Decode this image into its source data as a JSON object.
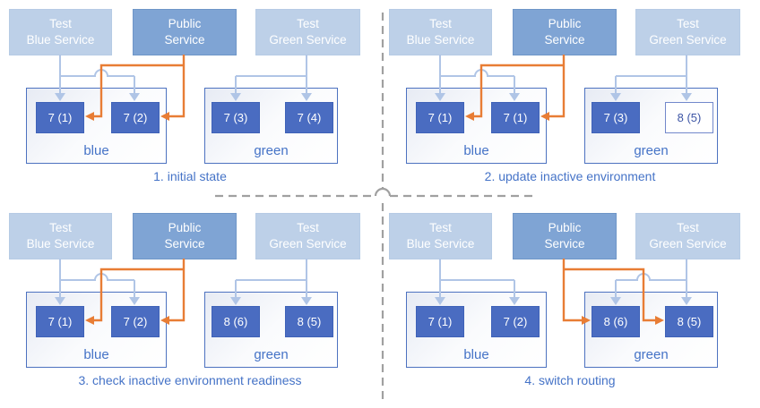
{
  "services": {
    "test_blue": "Test\nBlue Service",
    "public": "Public\nService",
    "test_green": "Test\nGreen Service"
  },
  "environments": {
    "blue": "blue",
    "green": "green"
  },
  "panels": [
    {
      "caption": "1. initial state",
      "pods": [
        "7 (1)",
        "7 (2)",
        "7 (3)",
        "7 (4)"
      ],
      "public_routes_to": "blue"
    },
    {
      "caption": "2. update inactive environment",
      "pods": [
        "7 (1)",
        "7 (1)",
        "7 (3)",
        "8 (5)"
      ],
      "public_routes_to": "blue"
    },
    {
      "caption": "3. check inactive environment readiness",
      "pods": [
        "7 (1)",
        "7 (2)",
        "8 (6)",
        "8 (5)"
      ],
      "public_routes_to": "blue"
    },
    {
      "caption": "4. switch routing",
      "pods": [
        "7 (1)",
        "7 (2)",
        "8 (6)",
        "8 (5)"
      ],
      "public_routes_to": "green"
    }
  ],
  "colors": {
    "test_service_fill": "#bdd0e8",
    "public_service_fill": "#7fa4d4",
    "pod_fill": "#4a6cc1",
    "pod_outline_border": "#7288cb",
    "environment_border": "#4d72c0",
    "text_blue": "#4573c7",
    "connector_light": "#b0c5e6",
    "connector_orange": "#e87d35",
    "divider_gray": "#a0a0a0"
  }
}
